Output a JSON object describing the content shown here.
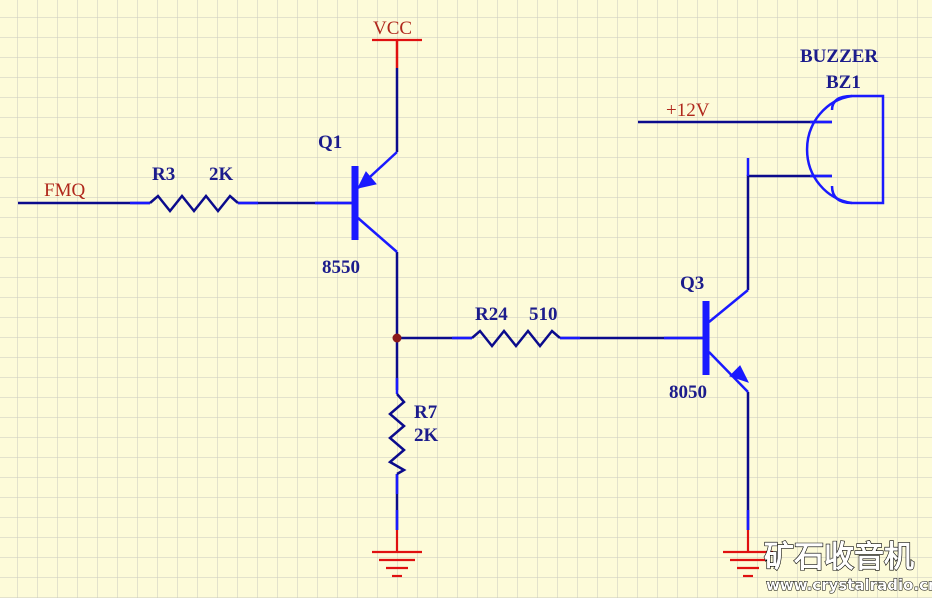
{
  "colors": {
    "background": "#fdfbd9",
    "grid": "#c9c9c0",
    "wire": "#0b0b8c",
    "component": "#1a1aff",
    "label": "#1c1c8c",
    "net_label": "#b0281c",
    "ground_power": "#e01010"
  },
  "nets": {
    "vcc": "VCC",
    "fmq": "FMQ",
    "plus12v": "+12V"
  },
  "r3": {
    "ref": "R3",
    "value": "2K"
  },
  "r7": {
    "ref": "R7",
    "value": "2K"
  },
  "r24": {
    "ref": "R24",
    "value": "510"
  },
  "q1": {
    "ref": "Q1",
    "value": "8550"
  },
  "q3": {
    "ref": "Q3",
    "value": "8050"
  },
  "buzzer": {
    "title": "BUZZER",
    "ref": "BZ1"
  },
  "watermark": {
    "title": "矿石收音机",
    "url": "www.crystalradio.cn"
  }
}
